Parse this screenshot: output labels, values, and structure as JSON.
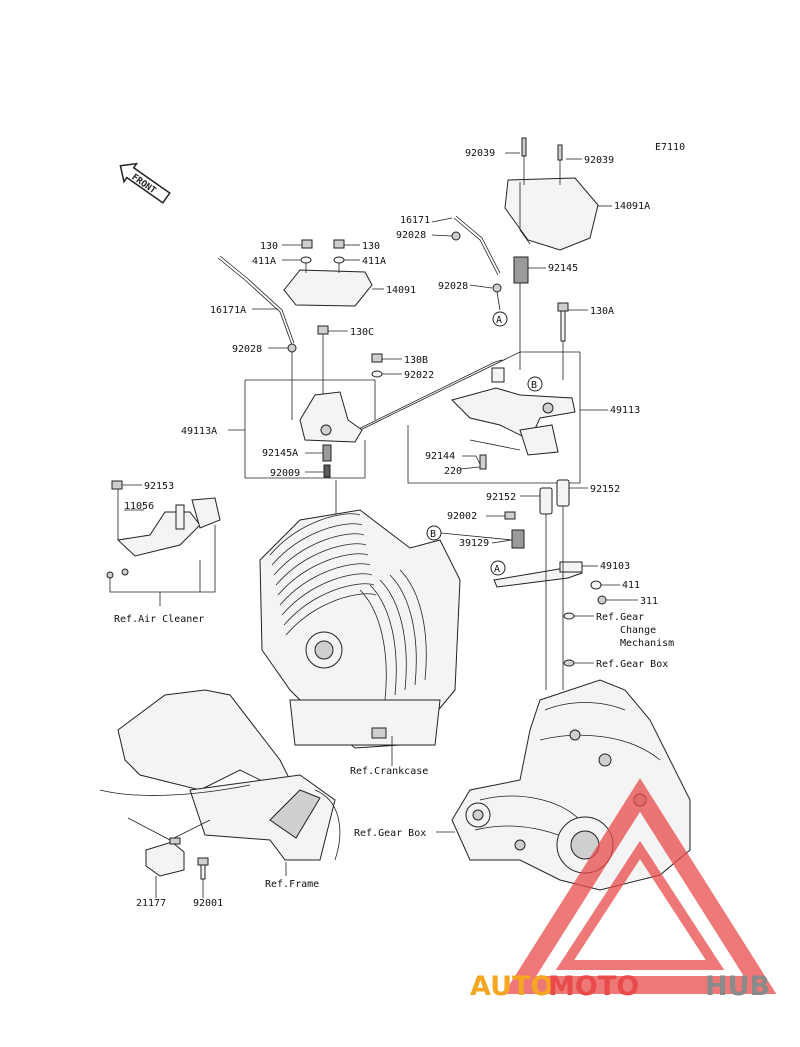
{
  "diagram_code": "E7110",
  "front_label": "FRONT",
  "labels": {
    "p92039_left": "92039",
    "p92039_right": "92039",
    "p14091A": "14091A",
    "p16171_top": "16171",
    "p92028_top": "92028",
    "p92145": "92145",
    "p92028_mid": "92028",
    "p130_a": "130",
    "p130_b": "130",
    "p411A_a": "411A",
    "p411A_b": "411A",
    "p14091": "14091",
    "p16171A": "16171A",
    "p130C": "130C",
    "p130A": "130A",
    "p92028_left": "92028",
    "p130B": "130B",
    "p92022": "92022",
    "p49113A": "49113A",
    "p49113": "49113",
    "p92145A": "92145A",
    "p92009": "92009",
    "p92144": "92144",
    "p220": "220",
    "p92153": "92153",
    "p11056": "11056",
    "p92152_a": "92152",
    "p92152_b": "92152",
    "p92002": "92002",
    "p39129": "39129",
    "p49103": "49103",
    "p411": "411",
    "p311": "311",
    "ref_air_cleaner": "Ref.Air Cleaner",
    "ref_gear_change_1": "Ref.Gear",
    "ref_gear_change_2": "Change",
    "ref_gear_change_3": "Mechanism",
    "ref_gear_box_top": "Ref.Gear Box",
    "ref_crankcase": "Ref.Crankcase",
    "ref_gear_box": "Ref.Gear Box",
    "p21177": "21177",
    "p92001": "92001",
    "ref_frame": "Ref.Frame"
  },
  "callouts": {
    "a1": "A",
    "a2": "A",
    "b1": "B",
    "b2": "B"
  },
  "watermark": {
    "part1": "AUTO",
    "part2": "MOTO",
    "part3": "HUB",
    "color1": "#f5a623",
    "color2": "#e94b4b",
    "color3": "#8a8a8a"
  }
}
